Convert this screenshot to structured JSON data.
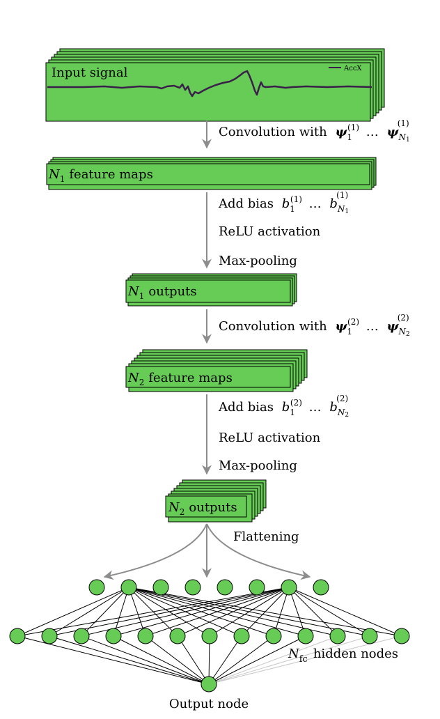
{
  "blocks": {
    "input_signal": "Input signal",
    "legend": "AccX",
    "fm1_sym": "N",
    "fm1_sub": "1",
    "fm1_text": "feature maps",
    "out1_sym": "N",
    "out1_sub": "1",
    "out1_text": "outputs",
    "fm2_sym": "N",
    "fm2_sub": "2",
    "fm2_text": "feature maps",
    "out2_sym": "N",
    "out2_sub": "2",
    "out2_text": "outputs"
  },
  "steps": {
    "conv1": {
      "prefix": "Convolution with",
      "sym": "ψ",
      "sub_first": "1",
      "sup": "(1)",
      "dots": "…",
      "sub_last_sym": "N",
      "sub_last_idx": "1"
    },
    "bias1": {
      "prefix": "Add bias",
      "sym": "b",
      "sub_first": "1",
      "sup": "(1)",
      "dots": "…",
      "sub_last_sym": "N",
      "sub_last_idx": "1"
    },
    "relu1": "ReLU activation",
    "pool1": "Max-pooling",
    "conv2": {
      "prefix": "Convolution with",
      "sym": "ψ",
      "sub_first": "1",
      "sup": "(2)",
      "dots": "…",
      "sub_last_sym": "N",
      "sub_last_idx": "2"
    },
    "bias2": {
      "prefix": "Add bias",
      "sym": "b",
      "sub_first": "1",
      "sup": "(2)",
      "dots": "…",
      "sub_last_sym": "N",
      "sub_last_idx": "2"
    },
    "relu2": "ReLU activation",
    "pool2": "Max-pooling",
    "flatten": "Flattening"
  },
  "network": {
    "hidden_sym": "N",
    "hidden_sub": "fc",
    "hidden_text": "hidden nodes",
    "output_label": "Output node",
    "flatten_nodes": 8,
    "hidden_nodes": 13,
    "output_nodes": 1
  },
  "colors": {
    "block_fill": "#66cc55",
    "node_fill": "#66cc55",
    "signal": "#3a1f4a",
    "arrow": "#8c8c8c",
    "edge": "#000000",
    "faint_edge": "#c8c8c8"
  }
}
